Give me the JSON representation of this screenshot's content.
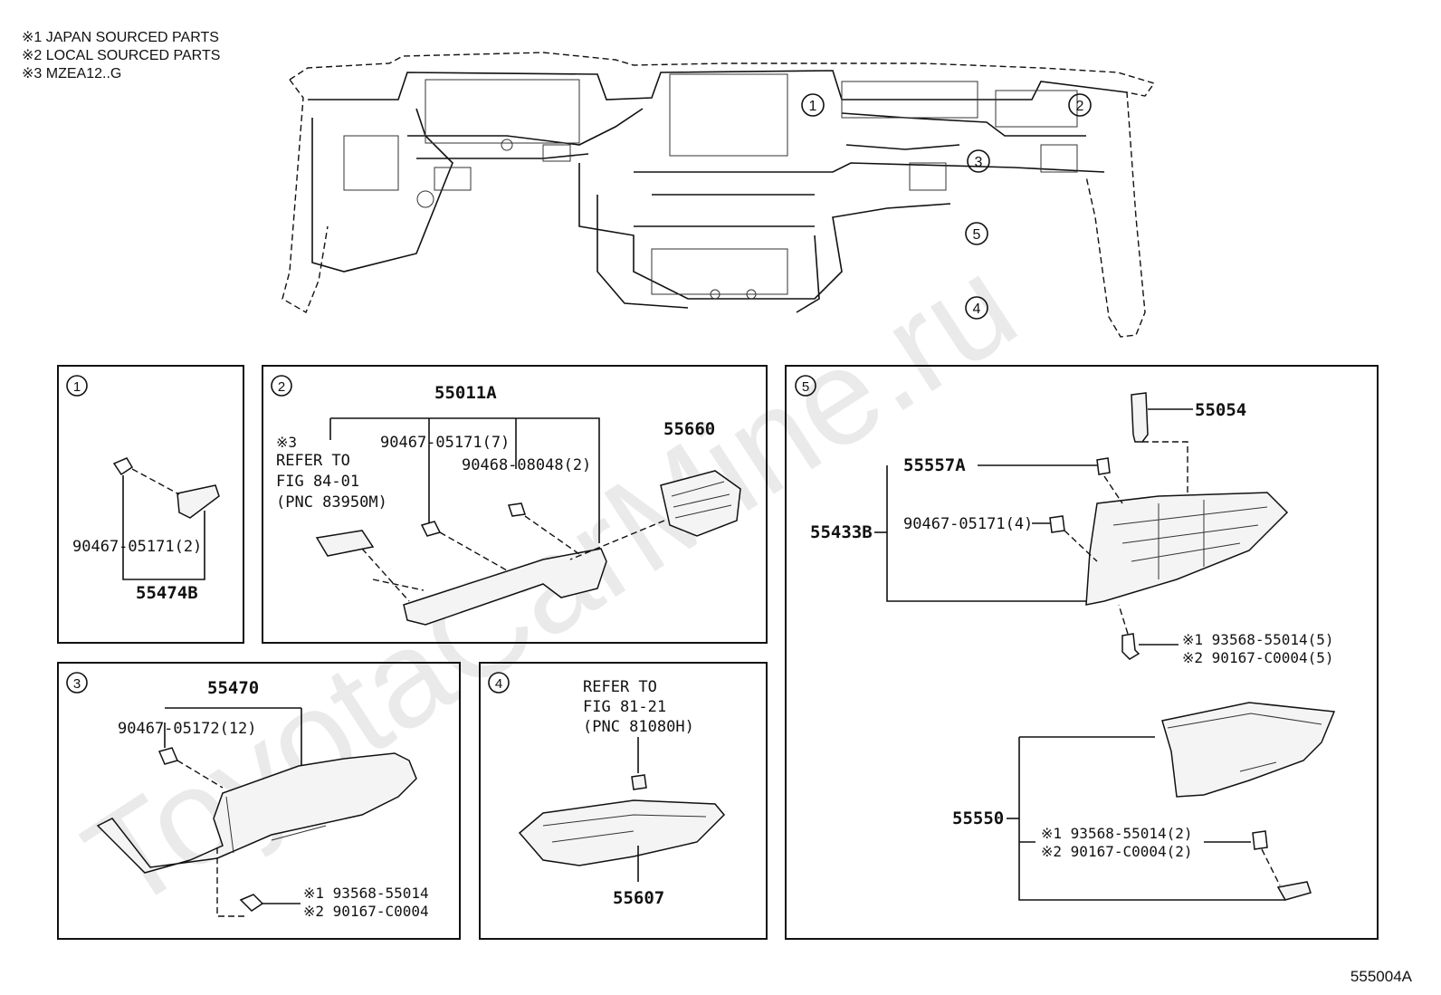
{
  "notes": [
    "※1 JAPAN SOURCED PARTS",
    "※2 LOCAL SOURCED PARTS",
    "※3 MZEA12..G"
  ],
  "figure_id": "555004A",
  "watermark": "ToyotaCarMine.ru",
  "overview_markers": [
    "1",
    "2",
    "3",
    "4",
    "5"
  ],
  "panels": {
    "p1": {
      "num": "1",
      "clip": "90467-05171(2)",
      "part": "55474B"
    },
    "p2": {
      "num": "2",
      "main": "55011A",
      "clip_a": "90467-05171(7)",
      "clip_b": "90468-08048(2)",
      "part_b": "55660",
      "ref": [
        "※3",
        "REFER TO",
        "FIG 84-01",
        "(PNC 83950M)"
      ]
    },
    "p3": {
      "num": "3",
      "main": "55470",
      "clip": "90467-05172(12)",
      "screw_1": "※1 93568-55014",
      "screw_2": "※2 90167-C0004"
    },
    "p4": {
      "num": "4",
      "ref": [
        "REFER TO",
        "FIG 81-21",
        "(PNC 81080H)"
      ],
      "part": "55607"
    },
    "p5": {
      "num": "5",
      "top": "55054",
      "a": "55557A",
      "clip": "90467-05171(4)",
      "b": "55433B",
      "screw_a1": "※1 93568-55014(5)",
      "screw_a2": "※2 90167-C0004(5)",
      "c": "55550",
      "screw_c1": "※1 93568-55014(2)",
      "screw_c2": "※2 90167-C0004(2)"
    }
  }
}
